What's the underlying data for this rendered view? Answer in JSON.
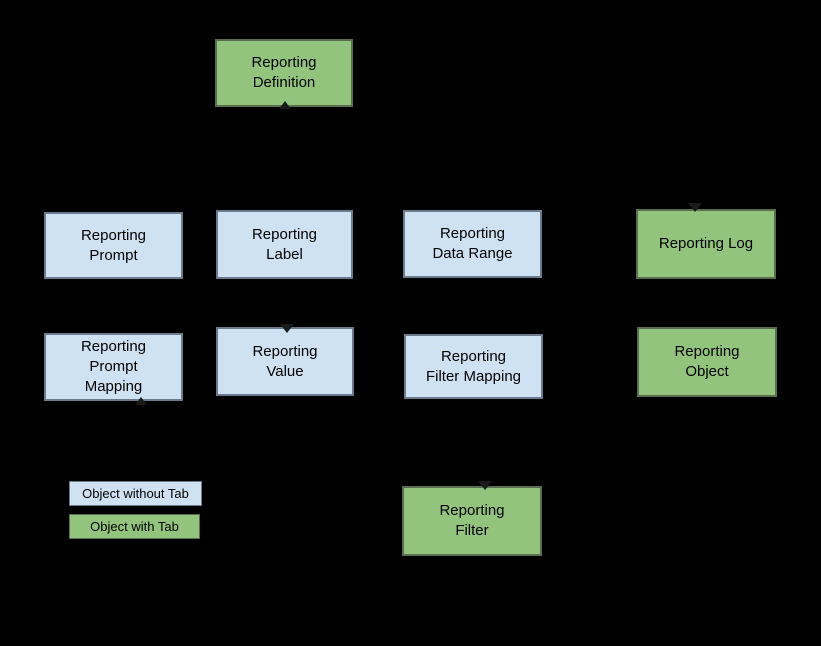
{
  "diagram": {
    "description": "Reporting objects relationship diagram",
    "background_color": "#000000",
    "colors": {
      "object_without_tab_fill": "#cfe2f3",
      "object_with_tab_fill": "#93c47d",
      "text": "#000000"
    },
    "nodes": [
      {
        "id": "reporting-definition",
        "label": "Reporting\nDefinition",
        "type": "with-tab"
      },
      {
        "id": "reporting-prompt",
        "label": "Reporting\nPrompt",
        "type": "without-tab"
      },
      {
        "id": "reporting-label",
        "label": "Reporting\nLabel",
        "type": "without-tab"
      },
      {
        "id": "reporting-data-range",
        "label": "Reporting\nData Range",
        "type": "without-tab"
      },
      {
        "id": "reporting-log",
        "label": "Reporting Log",
        "type": "with-tab"
      },
      {
        "id": "reporting-prompt-mapping",
        "label": "Reporting\nPrompt\nMapping",
        "type": "without-tab"
      },
      {
        "id": "reporting-value",
        "label": "Reporting\nValue",
        "type": "without-tab"
      },
      {
        "id": "reporting-filter-mapping",
        "label": "Reporting\nFilter Mapping",
        "type": "without-tab"
      },
      {
        "id": "reporting-object",
        "label": "Reporting\nObject",
        "type": "with-tab"
      },
      {
        "id": "reporting-filter",
        "label": "Reporting\nFilter",
        "type": "with-tab"
      }
    ],
    "legend": {
      "items": [
        {
          "label": "Object without Tab",
          "type": "without-tab"
        },
        {
          "label": "Object with Tab",
          "type": "with-tab"
        }
      ]
    }
  }
}
